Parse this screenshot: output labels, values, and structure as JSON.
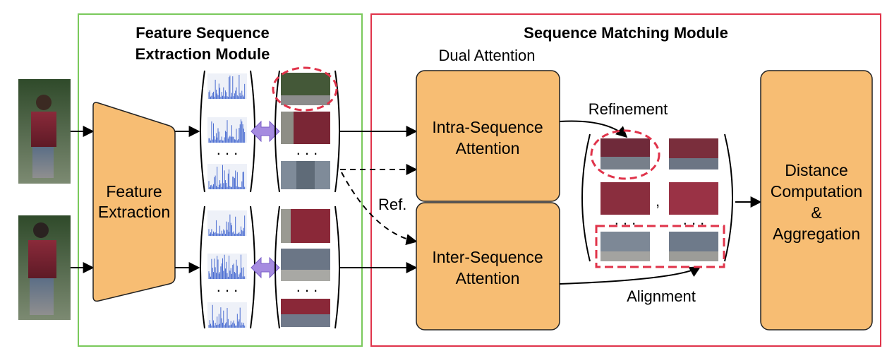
{
  "colors": {
    "extraction_border": "#7ac95b",
    "matching_border": "#e0334a",
    "box_fill": "#f7bd73",
    "box_stroke": "#222222",
    "spike": "#3a5fcd",
    "highlight_dash": "#e0334a"
  },
  "extraction_module": {
    "title_line1": "Feature Sequence",
    "title_line2": "Extraction Module",
    "feature_box_line1": "Feature",
    "feature_box_line2": "Extraction",
    "ellipsis": ". . ."
  },
  "matching_module": {
    "title": "Sequence Matching Module",
    "dual_attention_label": "Dual Attention",
    "intra_line1": "Intra-Sequence",
    "intra_line2": "Attention",
    "inter_line1": "Inter-Sequence",
    "inter_line2": "Attention",
    "refinement_label": "Refinement",
    "alignment_label": "Alignment",
    "ref_label": "Ref.",
    "comma": ",",
    "distance_line1": "Distance",
    "distance_line2": "Computation",
    "distance_line3": "&",
    "distance_line4": "Aggregation",
    "ellipsis": ". . ."
  }
}
